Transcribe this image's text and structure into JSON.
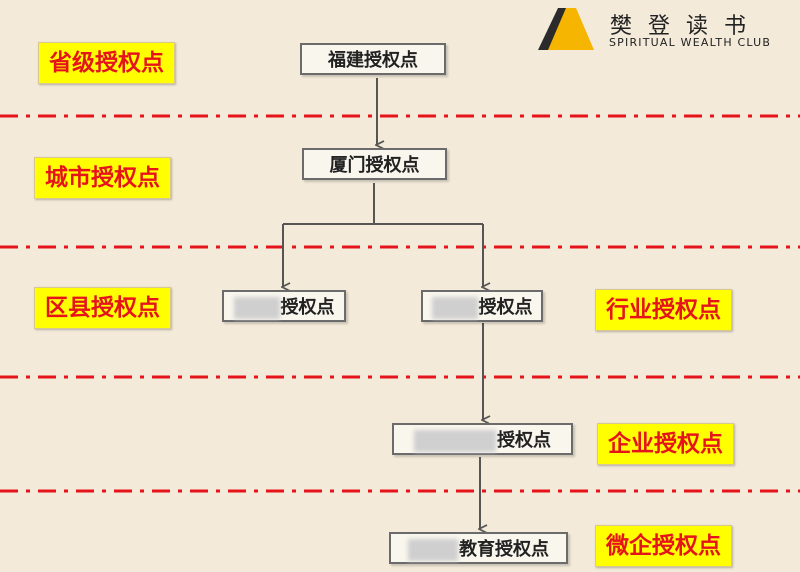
{
  "brand": {
    "name": "樊登读书",
    "subtitle": "SPIRITUAL WEALTH CLUB",
    "mark_color": "#f5b500"
  },
  "colors": {
    "background": "#f3ead9",
    "label_bg": "#ffff00",
    "label_text": "#e5141b",
    "divider": "#e5141b",
    "connector": "#555555"
  },
  "levels": {
    "province": "省级授权点",
    "city": "城市授权点",
    "district": "区县授权点",
    "industry": "行业授权点",
    "enterprise": "企业授权点",
    "micro": "微企授权点"
  },
  "nodes": {
    "fujian": "福建授权点",
    "xiamen": "厦门授权点",
    "district_node": "授权点",
    "industry_node": "授权点",
    "enterprise_node": "授权点",
    "micro_node": "教育授权点"
  }
}
